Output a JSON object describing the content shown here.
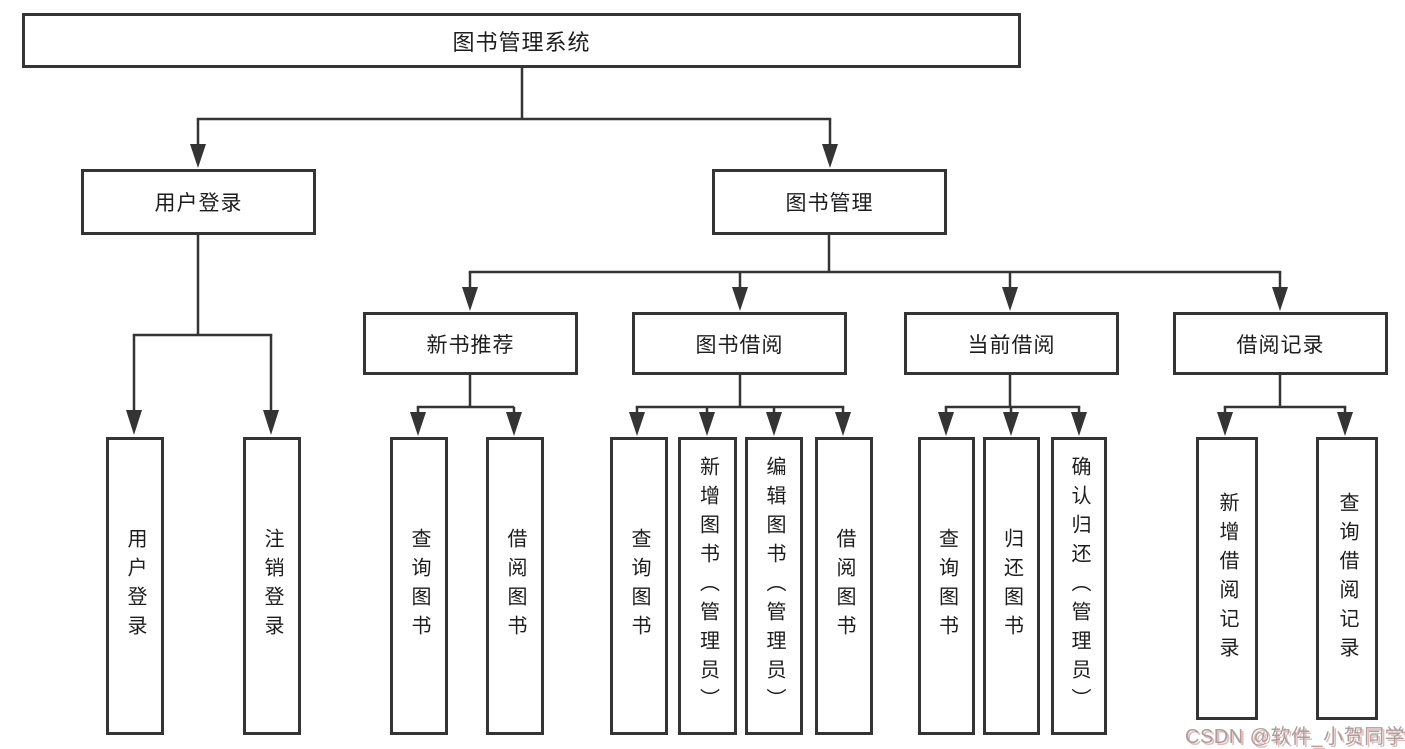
{
  "diagram": {
    "title": "图书管理系统",
    "children": [
      {
        "label": "用户登录",
        "children": [
          {
            "label": "用户登录"
          },
          {
            "label": "注销登录"
          }
        ]
      },
      {
        "label": "图书管理",
        "children": [
          {
            "label": "新书推荐",
            "children": [
              {
                "label": "查询图书"
              },
              {
                "label": "借阅图书"
              }
            ]
          },
          {
            "label": "图书借阅",
            "children": [
              {
                "label": "查询图书"
              },
              {
                "label": "新增图书（管理员）"
              },
              {
                "label": "编辑图书（管理员）"
              },
              {
                "label": "借阅图书"
              }
            ]
          },
          {
            "label": "当前借阅",
            "children": [
              {
                "label": "查询图书"
              },
              {
                "label": "归还图书"
              },
              {
                "label": "确认归还（管理员）"
              }
            ]
          },
          {
            "label": "借阅记录",
            "children": [
              {
                "label": "新增借阅记录"
              },
              {
                "label": "查询借阅记录"
              }
            ]
          }
        ]
      }
    ]
  },
  "colors": {
    "line": "#343434",
    "box_background": "#ffffff",
    "text": "#1d1d1f",
    "watermark_text": "#a2a2a2",
    "watermark_shadow": "#e07a7a"
  },
  "watermark": {
    "text": "CSDN @软件_小贺同学"
  }
}
